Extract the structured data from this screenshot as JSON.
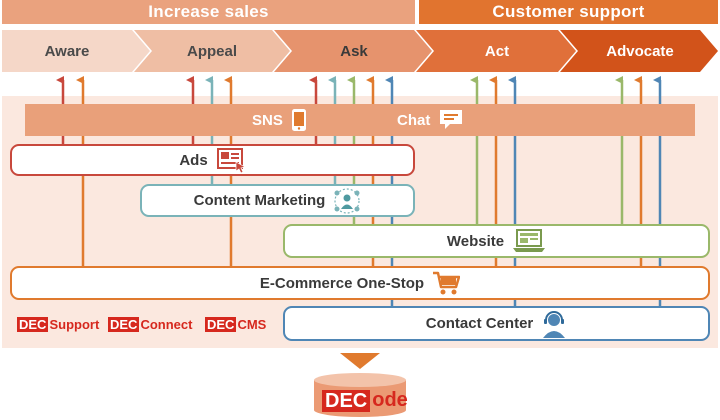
{
  "banners": {
    "increase_sales": "Increase sales",
    "customer_support": "Customer support"
  },
  "stages": [
    {
      "label": "Aware"
    },
    {
      "label": "Appeal"
    },
    {
      "label": "Ask"
    },
    {
      "label": "Act"
    },
    {
      "label": "Advocate"
    }
  ],
  "channels_bar": {
    "sns": {
      "label": "SNS",
      "icon": "smartphone-icon"
    },
    "chat": {
      "label": "Chat",
      "icon": "chat-bubble-icon"
    }
  },
  "channels": {
    "ads": {
      "label": "Ads",
      "icon": "ad-screen-icon"
    },
    "content_marketing": {
      "label": "Content Marketing",
      "icon": "network-person-icon"
    },
    "website": {
      "label": "Website",
      "icon": "laptop-icon"
    },
    "ecommerce": {
      "label": "E-Commerce One-Stop",
      "icon": "shopping-cart-icon"
    },
    "contact_center": {
      "label": "Contact Center",
      "icon": "operator-headset-icon"
    }
  },
  "products": [
    {
      "prefix": "DEC",
      "suffix": "Support"
    },
    {
      "prefix": "DEC",
      "suffix": "Connect"
    },
    {
      "prefix": "DEC",
      "suffix": "CMS"
    }
  ],
  "database": {
    "prefix": "DEC",
    "suffix": "ode",
    "icon": "database-cylinder-icon"
  },
  "colors": {
    "red_line": "#c8483c",
    "orange_line": "#e07a2e",
    "teal_line": "#7ab3b8",
    "green_line": "#9ab86a",
    "blue_line": "#4f86b5",
    "brand_red": "#d6281e"
  }
}
